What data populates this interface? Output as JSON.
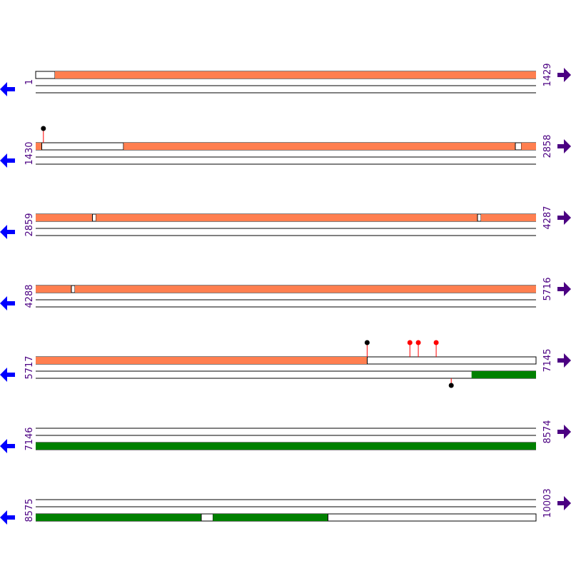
{
  "colors": {
    "forward_feature": "#ff7f50",
    "reverse_feature": "#008000",
    "forward_arrow": "#4b0082",
    "reverse_arrow": "#0000ff",
    "coordinate_text": "#4b0082",
    "marker_red": "#ff0000",
    "marker_black": "#000000"
  },
  "icons": {
    "forward": "right-arrow-icon",
    "reverse": "left-arrow-icon"
  },
  "rows": [
    {
      "start": "1",
      "end": "1429",
      "forward": [
        {
          "from": 1,
          "to": 56,
          "kind": "open"
        },
        {
          "from": 56,
          "to": 1429,
          "kind": "fill"
        }
      ],
      "reverse": [],
      "markers": []
    },
    {
      "start": "1430",
      "end": "2858",
      "forward": [
        {
          "from": 1430,
          "to": 1447,
          "kind": "fill"
        },
        {
          "from": 1447,
          "to": 1681,
          "kind": "open"
        },
        {
          "from": 1681,
          "to": 2799,
          "kind": "fill"
        },
        {
          "from": 2799,
          "to": 2816,
          "kind": "open"
        },
        {
          "from": 2816,
          "to": 2858,
          "kind": "fill"
        }
      ],
      "reverse": [],
      "markers": [
        {
          "pos": 1452,
          "strand": "forward",
          "color": "marker_black"
        }
      ]
    },
    {
      "start": "2859",
      "end": "4287",
      "forward": [
        {
          "from": 2859,
          "to": 3021,
          "kind": "fill"
        },
        {
          "from": 3021,
          "to": 3031,
          "kind": "open"
        },
        {
          "from": 3031,
          "to": 4120,
          "kind": "fill"
        },
        {
          "from": 4120,
          "to": 4130,
          "kind": "open"
        },
        {
          "from": 4130,
          "to": 4287,
          "kind": "fill"
        }
      ],
      "reverse": [],
      "markers": []
    },
    {
      "start": "4288",
      "end": "5716",
      "forward": [
        {
          "from": 4288,
          "to": 4390,
          "kind": "fill"
        },
        {
          "from": 4390,
          "to": 4400,
          "kind": "open"
        },
        {
          "from": 4400,
          "to": 5716,
          "kind": "fill"
        }
      ],
      "reverse": [],
      "markers": []
    },
    {
      "start": "5717",
      "end": "7145",
      "forward": [
        {
          "from": 5717,
          "to": 6663,
          "kind": "fill"
        },
        {
          "from": 6663,
          "to": 7145,
          "kind": "open"
        }
      ],
      "reverse": [
        {
          "from": 6961,
          "to": 7145,
          "kind": "fill"
        }
      ],
      "markers": [
        {
          "pos": 6663,
          "strand": "forward",
          "color": "marker_black"
        },
        {
          "pos": 6785,
          "strand": "forward",
          "color": "marker_red"
        },
        {
          "pos": 6809,
          "strand": "forward",
          "color": "marker_red"
        },
        {
          "pos": 6860,
          "strand": "forward",
          "color": "marker_red"
        },
        {
          "pos": 6903,
          "strand": "reverse",
          "color": "marker_black"
        }
      ]
    },
    {
      "start": "7146",
      "end": "8574",
      "forward": [],
      "reverse": [
        {
          "from": 7146,
          "to": 8574,
          "kind": "fill"
        }
      ],
      "markers": []
    },
    {
      "start": "8575",
      "end": "10003",
      "forward": [],
      "reverse": [
        {
          "from": 8575,
          "to": 9048,
          "kind": "fill"
        },
        {
          "from": 9048,
          "to": 9081,
          "kind": "open"
        },
        {
          "from": 9081,
          "to": 9409,
          "kind": "fill"
        },
        {
          "from": 9409,
          "to": 10003,
          "kind": "open"
        }
      ],
      "markers": []
    }
  ]
}
